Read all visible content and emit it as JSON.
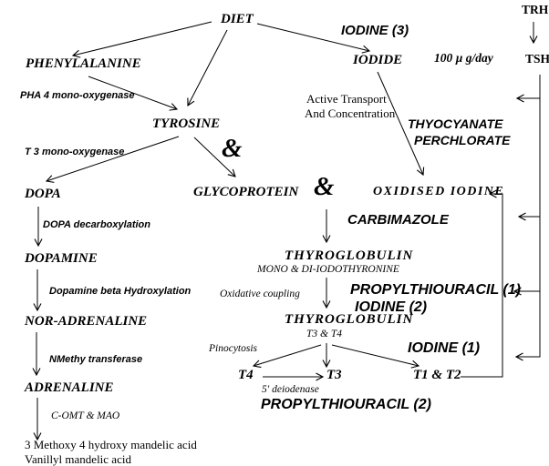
{
  "colors": {
    "ink": "#000000",
    "background": "#ffffff"
  },
  "labels": {
    "diet": "DIET",
    "iodine3": "IODINE (3)",
    "trh": "TRH",
    "phenylalanine": "PHENYLALANINE",
    "iodide": "IODIDE",
    "dose": "100  µ g/day",
    "tsh": "TSH",
    "pha4": "PHA 4 mono-oxygenase",
    "active1": "Active Transport",
    "active2": "And Concentration",
    "tyrosine": "TYROSINE",
    "thyocyanate": "THYOCYANATE",
    "perchlorate": "PERCHLORATE",
    "t3mono": "T 3 mono-oxygenase",
    "amp1": "&",
    "dopa": "DOPA",
    "glycoprotein": "GLYCOPROTEIN",
    "amp2": "&",
    "oxidised": "OXIDISED  IODINE",
    "dopadecarb": "DOPA decarboxylation",
    "carbimazole": "CARBIMAZOLE",
    "dopamine": "DOPAMINE",
    "thyroglobulin1": "THYROGLOBULIN",
    "monodi": "MONO & DI-IODOTHYRONINE",
    "dopaminebeta": "Dopamine beta Hydroxylation",
    "oxcoupling": "Oxidative coupling",
    "ptu1": "PROPYLTHIOURACIL (1)",
    "iodine2": "IODINE (2)",
    "noradrenaline": "NOR-ADRENALINE",
    "thyroglobulin2": "THYROGLOBULIN",
    "t3t4": "T3 & T4",
    "pinocytosis": "Pinocytosis",
    "iodine1": "IODINE (1)",
    "nmethyl": "NMethy transferase",
    "t4": "T4",
    "t3": "T3",
    "t1t2": "T1 & T2",
    "deiodenase": "5' deiodenase",
    "adrenaline": "ADRENALINE",
    "ptu2": "PROPYLTHIOURACIL (2)",
    "comt": "C-OMT & MAO",
    "methoxy": "3 Methoxy 4 hydroxy mandelic acid",
    "vanillyl": "Vanillyl mandelic acid"
  }
}
